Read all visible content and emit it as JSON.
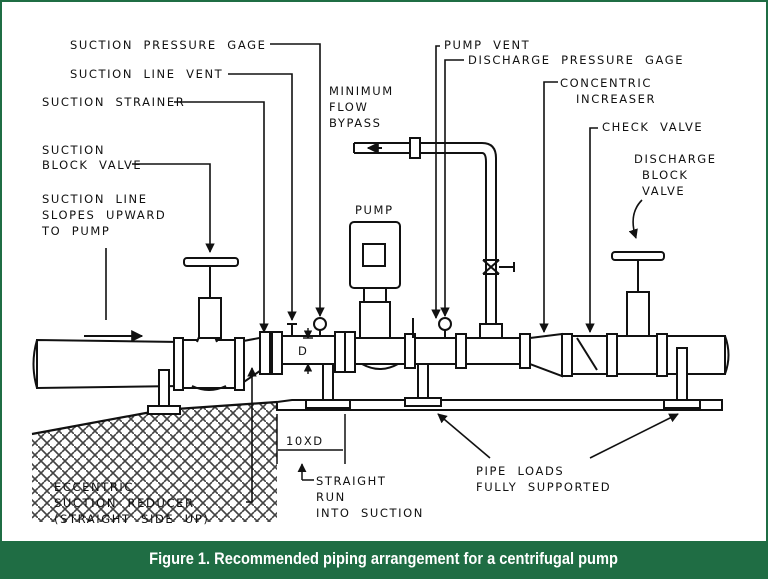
{
  "caption": "Figure 1. Recommended piping arrangement for a centrifugal pump",
  "labels": {
    "suction_pressure_gage": "SUCTION  PRESSURE  GAGE",
    "suction_line_vent": "SUCTION  LINE  VENT",
    "suction_strainer": "SUCTION  STRAINER",
    "suction_block_valve_1": "SUCTION",
    "suction_block_valve_2": "BLOCK  VALVE",
    "suction_slope_1": "SUCTION  LINE",
    "suction_slope_2": "SLOPES  UPWARD",
    "suction_slope_3": "TO  PUMP",
    "minimum_flow_1": "MINIMUM",
    "minimum_flow_2": "FLOW",
    "minimum_flow_3": "BYPASS",
    "pump_vent": "PUMP  VENT",
    "discharge_pressure_gage": "DISCHARGE  PRESSURE  GAGE",
    "concentric_1": "CONCENTRIC",
    "concentric_2": "INCREASER",
    "check_valve": "CHECK  VALVE",
    "discharge_block_1": "DISCHARGE",
    "discharge_block_2": "BLOCK",
    "discharge_block_3": "VALVE",
    "pump": "PUMP",
    "diameter_d": "D",
    "ten_xd": "10XD",
    "straight_run_1": "STRAIGHT",
    "straight_run_2": "RUN",
    "straight_run_3": "INTO  SUCTION",
    "eccentric_1": "ECCENTRIC",
    "eccentric_2": "SUCTION  REDUCER",
    "eccentric_3": "(STRAIGHT  SIDE  UP)",
    "pipe_loads_1": "PIPE  LOADS",
    "pipe_loads_2": "FULLY  SUPPORTED"
  },
  "colors": {
    "caption_bar": "#1f6d44",
    "caption_text": "#ffffff",
    "line": "#111111"
  }
}
